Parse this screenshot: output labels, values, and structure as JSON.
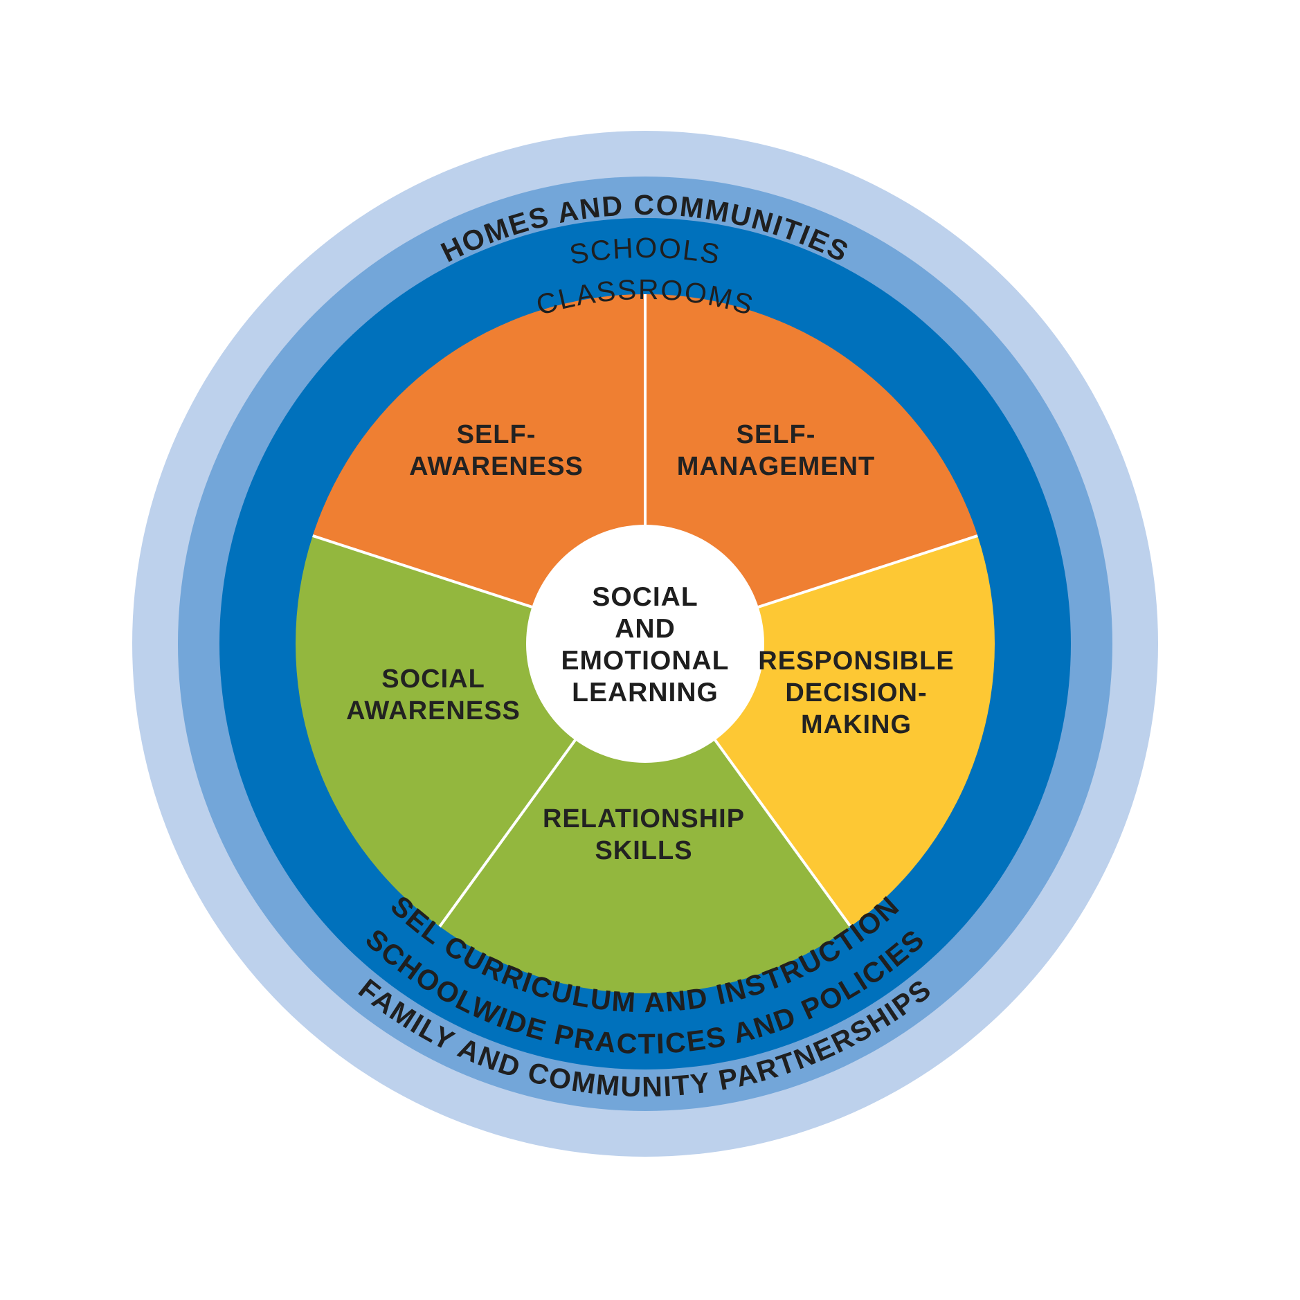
{
  "colors": {
    "outer_ring": "#bdd1ec",
    "middle_ring": "#73a6d9",
    "inner_ring": "#0071bc",
    "orange": "#ef7f32",
    "yellow": "#fdc834",
    "green": "#93b73e",
    "center": "#ffffff",
    "divider": "#ffffff"
  },
  "rings": {
    "outer": {
      "top_label": "HOMES AND COMMUNITIES",
      "bottom_label": "FAMILY AND COMMUNITY PARTNERSHIPS"
    },
    "middle": {
      "top_label": "SCHOOLS",
      "bottom_label": "SCHOOLWIDE PRACTICES AND POLICIES"
    },
    "inner": {
      "top_label": "CLASSROOMS",
      "bottom_label": "SEL CURRICULUM AND INSTRUCTION"
    }
  },
  "segments": [
    {
      "id": "self-awareness",
      "lines": [
        "SELF-",
        "AWARENESS"
      ]
    },
    {
      "id": "self-management",
      "lines": [
        "SELF-",
        "MANAGEMENT"
      ]
    },
    {
      "id": "responsible-decision-making",
      "lines": [
        "RESPONSIBLE",
        "DECISION-",
        "MAKING"
      ]
    },
    {
      "id": "relationship-skills",
      "lines": [
        "RELATIONSHIP",
        "SKILLS"
      ]
    },
    {
      "id": "social-awareness",
      "lines": [
        "SOCIAL",
        "AWARENESS"
      ]
    }
  ],
  "center": {
    "lines": [
      "SOCIAL",
      "AND",
      "EMOTIONAL",
      "LEARNING"
    ]
  }
}
